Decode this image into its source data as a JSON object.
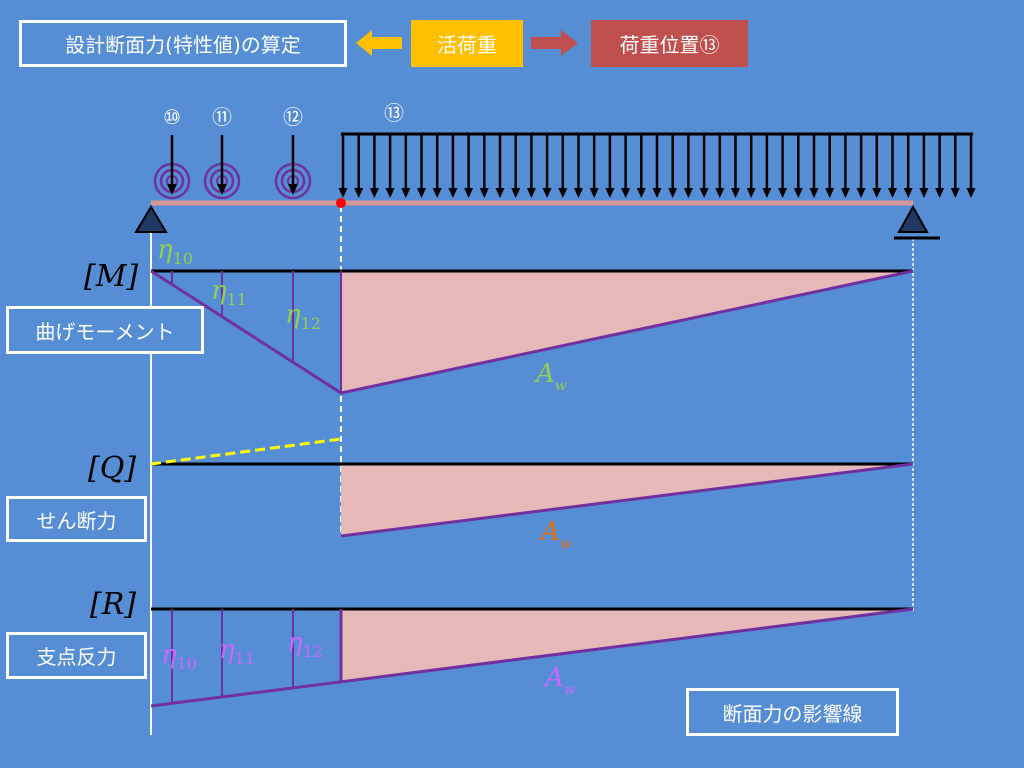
{
  "header": {
    "title": "設計断面力(特性値)の算定",
    "live_load": "活荷重",
    "load_position": "荷重位置⑬"
  },
  "diagram": {
    "load_labels": [
      "⑩",
      "⑪",
      "⑫",
      "⑬"
    ],
    "eta_base": "η",
    "eta_subs": [
      "10",
      "11",
      "12"
    ],
    "area_base": "A",
    "area_sub": "w",
    "bracket_m": "[M]",
    "bracket_q": "[Q]",
    "bracket_r": "[R]",
    "colors": {
      "background": "#558ed5",
      "fill": "#e6b9b8",
      "line": "#7030a0",
      "green": "#92d050",
      "orange": "#e36c09",
      "magenta": "#cc66ff",
      "yellow": "#ffff00",
      "red_dot": "#ff0000",
      "beam": "#d99694"
    }
  },
  "labels": {
    "moment": "曲げモーメント",
    "shear": "せん断力",
    "reaction": "支点反力",
    "influence": "断面力の影響線"
  },
  "icons": {
    "left_arrow": "arrow-left-icon",
    "right_arrow": "arrow-right-icon",
    "pin_support": "pin-support-icon",
    "roller_support": "roller-support-icon",
    "axle_load": "concentric-circle-load-icon"
  }
}
